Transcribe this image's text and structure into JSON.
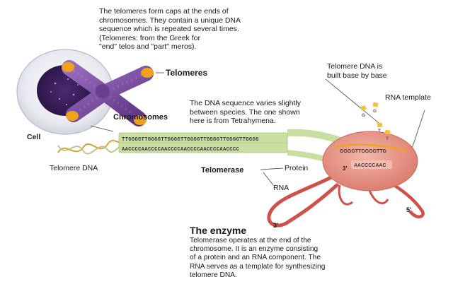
{
  "intro_text": {
    "lines": [
      "The telomeres form caps at the ends of",
      "chromosomes. They contain a unique DNA",
      "sequence which is repeated several times.",
      "(Telomeres: from the Greek for",
      "\"end\" telos and \"part\" meros)."
    ]
  },
  "labels": {
    "telomeres": "Telomeres",
    "chromosomes": "Chromosomes",
    "cell": "Cell",
    "telomere_dna": "Telomere DNA",
    "telomerase": "Telomerase",
    "protein": "Protein",
    "rna": "RNA",
    "rna_template": "RNA template",
    "end_3prime": "3'",
    "end_5prime": "5'",
    "enzyme_3prime": "3'"
  },
  "variation_note": {
    "lines": [
      "The DNA sequence varies slightly",
      "between species. The one shown",
      "here is from Tetrahymena."
    ]
  },
  "built_note": {
    "lines": [
      "Telomere DNA is",
      "built base by base"
    ]
  },
  "sequence": {
    "top_strand": "TTGGGGTTGGGGTTGGGGTTGGGGTTGGGGTTGGGGTTGGGG",
    "bottom_strand": "AACCCCAACCCCAACCCCAACCCCAACCCCAACCCC",
    "enzyme_dna": "GGGGTTGGGGTTG",
    "enzyme_rna": "AACCCCAAC",
    "free_nucleotides": [
      "G",
      "G",
      "T",
      "T"
    ]
  },
  "enzyme_box": {
    "title": "The enzyme",
    "lines": [
      "Telomerase operates at the end of the",
      "chromosome. It is an enzyme consisting",
      "of a protein and an RNA component. The",
      "RNA serves as a template for synthesizing",
      "telomere DNA."
    ]
  },
  "colors": {
    "chromosome": "#7a4a9c",
    "telomere_cap": "#f0a21c",
    "dna_band": "#c9dea0",
    "enzyme": "#e79387",
    "rna": "#d0504a"
  }
}
